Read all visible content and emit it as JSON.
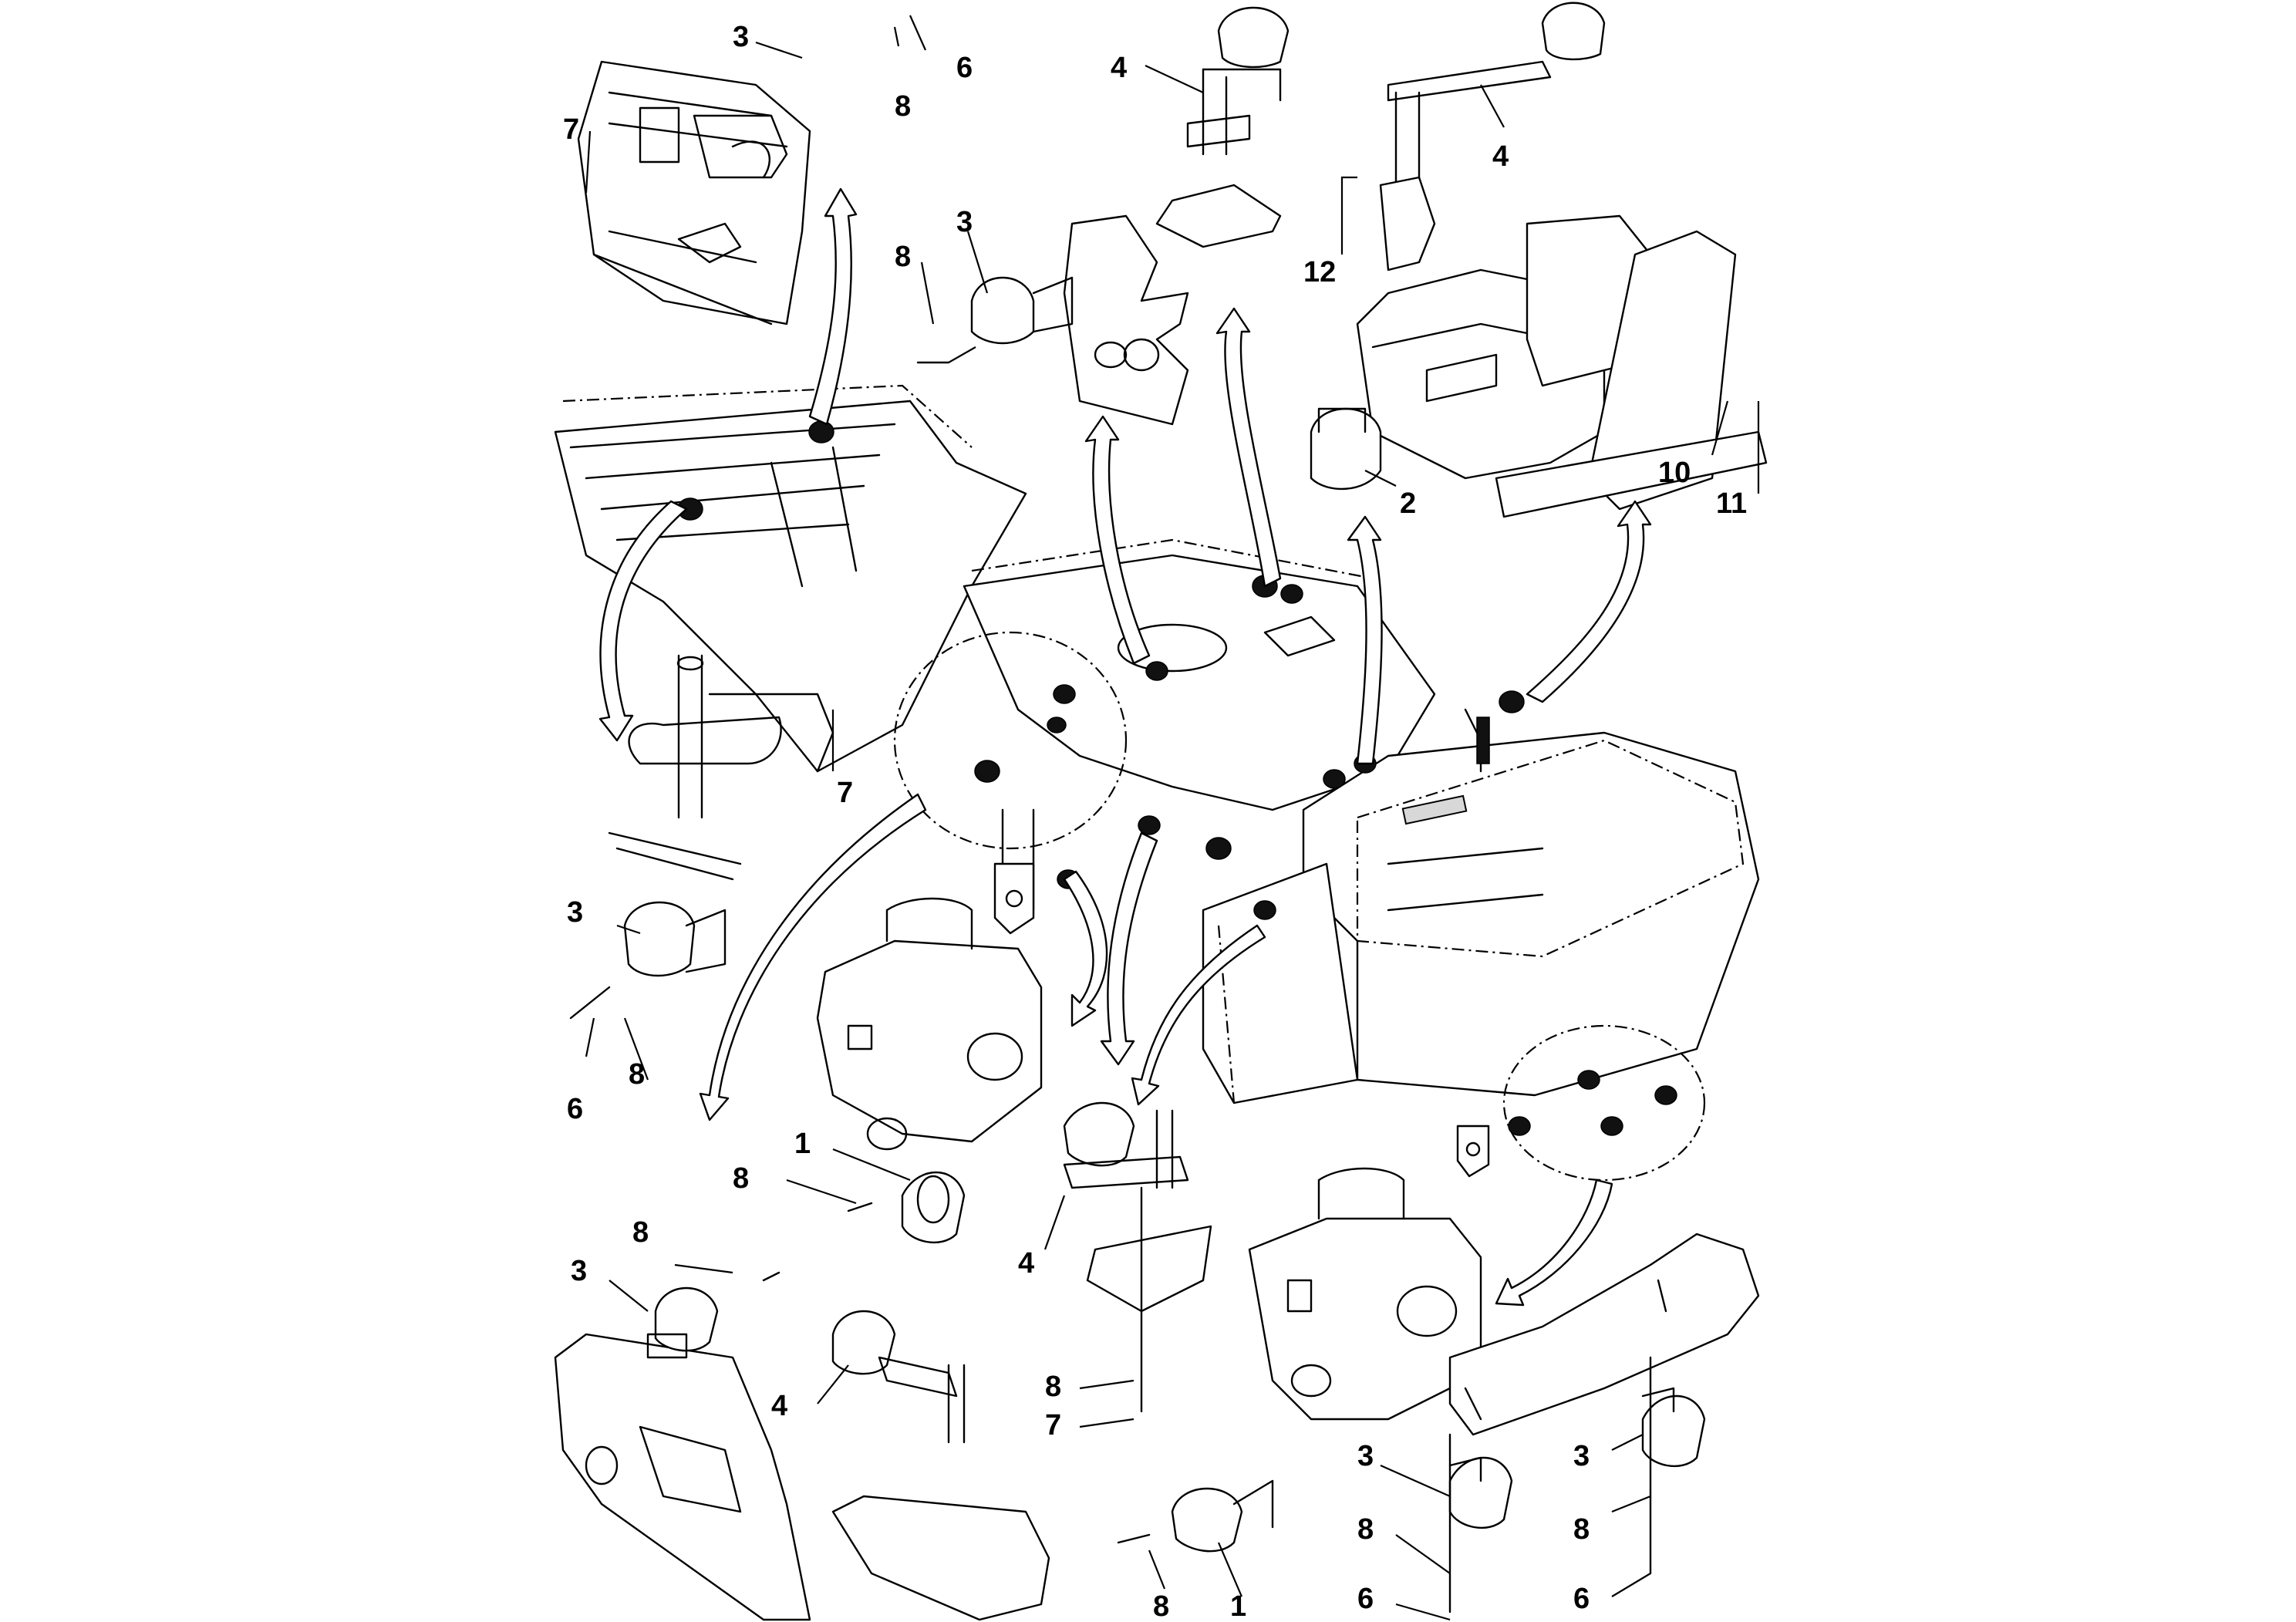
{
  "callouts": {
    "c1": "3",
    "c2": "6",
    "c3": "8",
    "c4": "7",
    "c5": "4",
    "c6": "4",
    "c7": "12",
    "c8": "3",
    "c9": "8",
    "c10": "2",
    "c11": "10",
    "c12": "11",
    "c13": "7",
    "c14": "3",
    "c15": "6",
    "c16": "8",
    "c17": "1",
    "c18": "8",
    "c19": "4",
    "c20": "3",
    "c21": "8",
    "c22": "4",
    "c23": "8",
    "c24": "7",
    "c25": "8",
    "c26": "1",
    "c27": "3",
    "c28": "8",
    "c29": "6",
    "c30": "3",
    "c31": "8",
    "c32": "6"
  },
  "colors": {
    "line": "#000000",
    "background": "#ffffff",
    "lamp_fill": "#111111"
  },
  "icons": {
    "part_lamp": "work-lamp-icon",
    "part_bolt": "bolt-icon",
    "part_washer": "washer-icon"
  }
}
